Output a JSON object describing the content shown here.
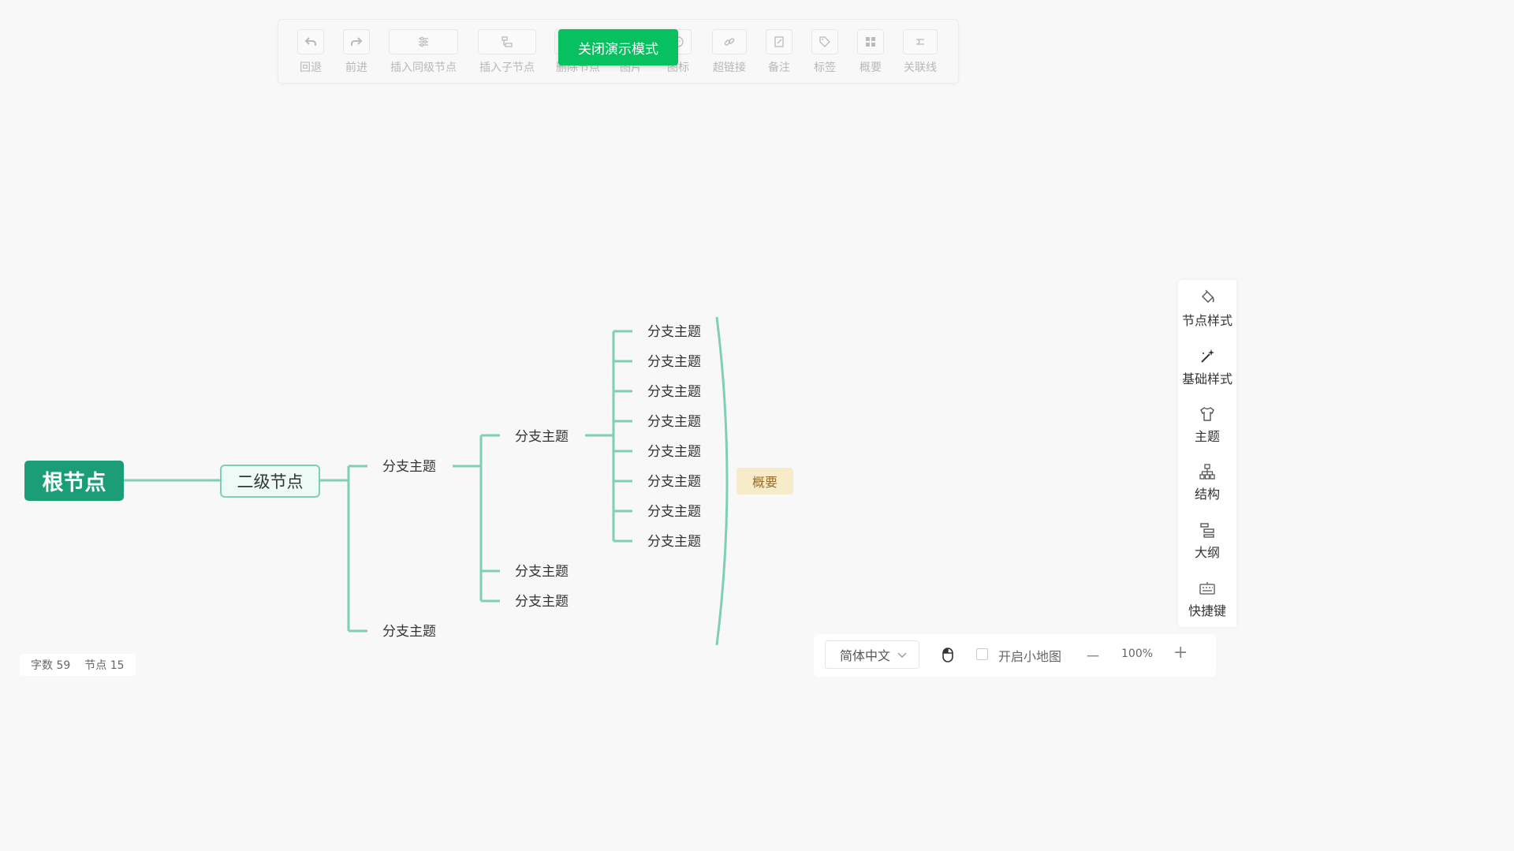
{
  "toolbar": {
    "undo": "回退",
    "redo": "前进",
    "insert_sibling": "插入同级节点",
    "insert_child": "插入子节点",
    "delete_node": "删除节点",
    "image": "图片",
    "icon": "图标",
    "hyperlink": "超链接",
    "note": "备注",
    "tag": "标签",
    "summary": "概要",
    "association": "关联线"
  },
  "present_button": "关闭演示模式",
  "mindmap": {
    "root": "根节点",
    "second": "二级节点",
    "branch_topic": "分支主题",
    "summary": "概要"
  },
  "sidebar": {
    "node_style": "节点样式",
    "base_style": "基础样式",
    "theme": "主题",
    "structure": "结构",
    "outline": "大纲",
    "shortcuts": "快捷键"
  },
  "stats": {
    "word_count_label": "字数",
    "word_count": "59",
    "node_count_label": "节点",
    "node_count": "15"
  },
  "bottom": {
    "language": "简体中文",
    "minimap_label": "开启小地图",
    "minimap_checked": false,
    "zoom": "100%",
    "zoom_out": "－",
    "zoom_in": "+"
  },
  "colors": {
    "accent": "#07c160",
    "root_fill": "#1b9e77",
    "line": "#7fcfb2",
    "summary_fill": "#f6ecc9"
  }
}
